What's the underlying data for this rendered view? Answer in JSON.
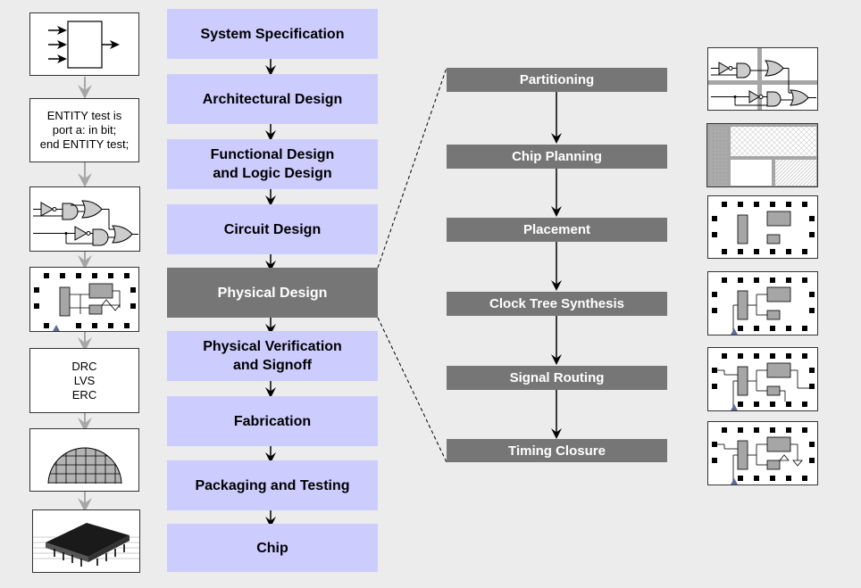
{
  "flow_steps": [
    {
      "label": "System Specification"
    },
    {
      "label": "Architectural Design"
    },
    {
      "label": "Functional Design\nand Logic Design"
    },
    {
      "label": "Circuit Design"
    },
    {
      "label": "Physical Design",
      "active": true
    },
    {
      "label": "Physical Verification\nand Signoff"
    },
    {
      "label": "Fabrication"
    },
    {
      "label": "Packaging and Testing"
    },
    {
      "label": "Chip"
    }
  ],
  "physical_design_steps": [
    {
      "label": "Partitioning"
    },
    {
      "label": "Chip Planning"
    },
    {
      "label": "Placement"
    },
    {
      "label": "Clock Tree Synthesis"
    },
    {
      "label": "Signal Routing"
    },
    {
      "label": "Timing Closure"
    }
  ],
  "left_thumbnails": {
    "hdl_code": "ENTITY test is\nport a: in bit;\nend ENTITY test;",
    "verification_checks": "DRC\nLVS\nERC"
  },
  "colors": {
    "flow_box": "#ccccff",
    "active_box": "#767676",
    "arrow_gray": "#a6a6a6",
    "background": "#ececec"
  }
}
